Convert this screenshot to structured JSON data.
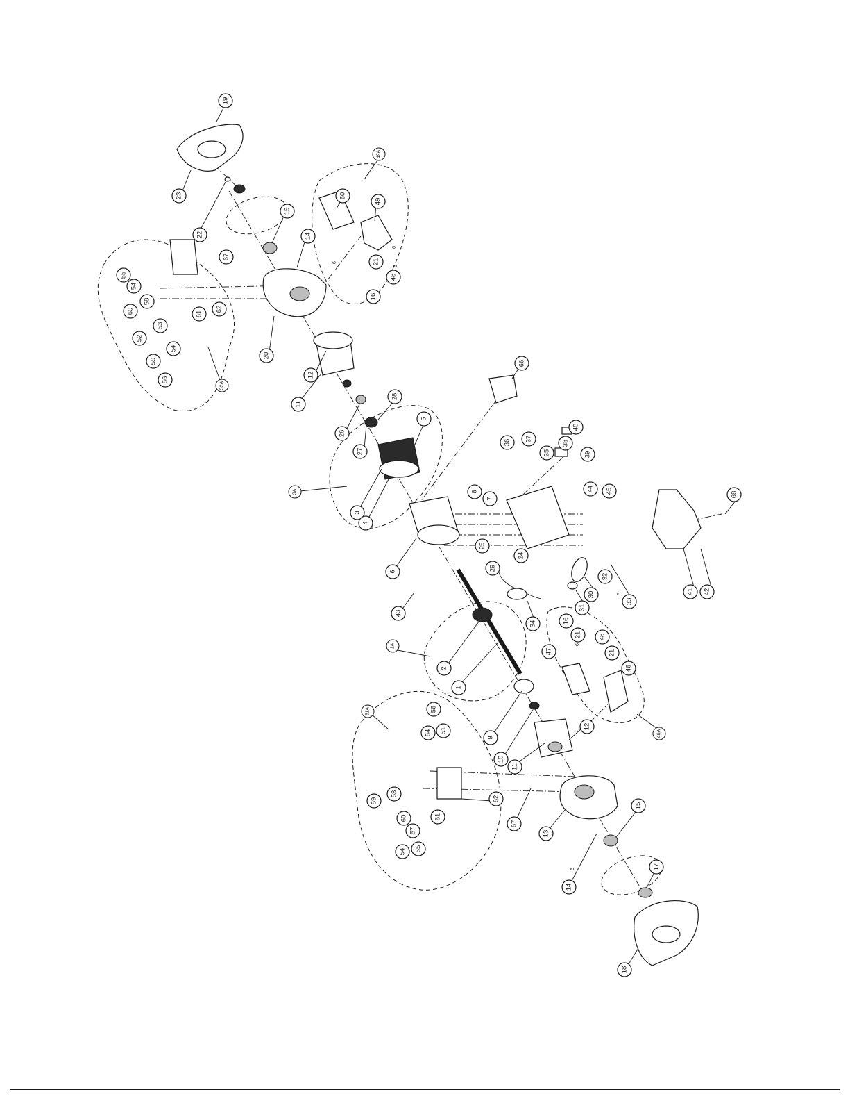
{
  "diagram": {
    "callouts": [
      {
        "id": "c19",
        "label": "19"
      },
      {
        "id": "c23",
        "label": "23"
      },
      {
        "id": "c22",
        "label": "22"
      },
      {
        "id": "c15a",
        "label": "15"
      },
      {
        "id": "c14a",
        "label": "14"
      },
      {
        "id": "c67a",
        "label": "67"
      },
      {
        "id": "c55a",
        "label": "55"
      },
      {
        "id": "c54a",
        "label": "54"
      },
      {
        "id": "c60a",
        "label": "60"
      },
      {
        "id": "c58",
        "label": "58"
      },
      {
        "id": "c52",
        "label": "52"
      },
      {
        "id": "c53a",
        "label": "53"
      },
      {
        "id": "c59a",
        "label": "59"
      },
      {
        "id": "c54b",
        "label": "54"
      },
      {
        "id": "c56a",
        "label": "56"
      },
      {
        "id": "c61a",
        "label": "61"
      },
      {
        "id": "c62a",
        "label": "62"
      },
      {
        "id": "c20",
        "label": "20"
      },
      {
        "id": "c52A",
        "label": "52A"
      },
      {
        "id": "c12a",
        "label": "12"
      },
      {
        "id": "c11a",
        "label": "11"
      },
      {
        "id": "c49A",
        "label": "49A"
      },
      {
        "id": "c50",
        "label": "50"
      },
      {
        "id": "c49",
        "label": "49"
      },
      {
        "id": "c21a",
        "label": "21"
      },
      {
        "id": "c48a",
        "label": "48"
      },
      {
        "id": "c16a",
        "label": "16"
      },
      {
        "id": "c26",
        "label": "26"
      },
      {
        "id": "c27",
        "label": "27"
      },
      {
        "id": "c28",
        "label": "28"
      },
      {
        "id": "c5",
        "label": "5"
      },
      {
        "id": "c3A",
        "label": "3A"
      },
      {
        "id": "c3",
        "label": "3"
      },
      {
        "id": "c4",
        "label": "4"
      },
      {
        "id": "c66",
        "label": "66"
      },
      {
        "id": "c36",
        "label": "36"
      },
      {
        "id": "c37",
        "label": "37"
      },
      {
        "id": "c35",
        "label": "35"
      },
      {
        "id": "c38",
        "label": "38"
      },
      {
        "id": "c40",
        "label": "40"
      },
      {
        "id": "c39",
        "label": "39"
      },
      {
        "id": "c8",
        "label": "8"
      },
      {
        "id": "c7",
        "label": "7"
      },
      {
        "id": "c44",
        "label": "44"
      },
      {
        "id": "c45",
        "label": "45"
      },
      {
        "id": "c6",
        "label": "6"
      },
      {
        "id": "c25",
        "label": "25"
      },
      {
        "id": "c29",
        "label": "29"
      },
      {
        "id": "c24",
        "label": "24"
      },
      {
        "id": "c43",
        "label": "43"
      },
      {
        "id": "c34",
        "label": "34"
      },
      {
        "id": "c30",
        "label": "30"
      },
      {
        "id": "c31",
        "label": "31"
      },
      {
        "id": "c32",
        "label": "32"
      },
      {
        "id": "c33",
        "label": "33"
      },
      {
        "id": "c68",
        "label": "68"
      },
      {
        "id": "c41",
        "label": "41"
      },
      {
        "id": "c42",
        "label": "42"
      },
      {
        "id": "c1A",
        "label": "1A"
      },
      {
        "id": "c2",
        "label": "2"
      },
      {
        "id": "c1",
        "label": "1"
      },
      {
        "id": "c16b",
        "label": "16"
      },
      {
        "id": "c21b",
        "label": "21"
      },
      {
        "id": "c47",
        "label": "47"
      },
      {
        "id": "c48b",
        "label": "48"
      },
      {
        "id": "c21c",
        "label": "21"
      },
      {
        "id": "c46",
        "label": "46"
      },
      {
        "id": "c46A",
        "label": "46A"
      },
      {
        "id": "c9",
        "label": "9"
      },
      {
        "id": "c10",
        "label": "10"
      },
      {
        "id": "c11b",
        "label": "11"
      },
      {
        "id": "c12b",
        "label": "12"
      },
      {
        "id": "c51A",
        "label": "51A"
      },
      {
        "id": "c56b",
        "label": "56"
      },
      {
        "id": "c54c",
        "label": "54"
      },
      {
        "id": "c51",
        "label": "51"
      },
      {
        "id": "c59b",
        "label": "59"
      },
      {
        "id": "c53b",
        "label": "53"
      },
      {
        "id": "c60b",
        "label": "60"
      },
      {
        "id": "c57",
        "label": "57"
      },
      {
        "id": "c54d",
        "label": "54"
      },
      {
        "id": "c55b",
        "label": "55"
      },
      {
        "id": "c61b",
        "label": "61"
      },
      {
        "id": "c62b",
        "label": "62"
      },
      {
        "id": "c67b",
        "label": "67"
      },
      {
        "id": "c13",
        "label": "13"
      },
      {
        "id": "c14b",
        "label": "14"
      },
      {
        "id": "c15b",
        "label": "15"
      },
      {
        "id": "c17",
        "label": "17"
      },
      {
        "id": "c18",
        "label": "18"
      }
    ],
    "tiny_labels": [
      "6",
      "6",
      "6",
      "5",
      "6",
      "6"
    ]
  }
}
